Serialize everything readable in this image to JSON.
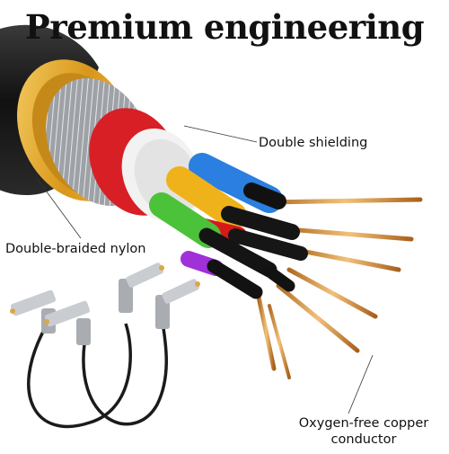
{
  "title": "Premium engineering",
  "callouts": {
    "shielding": "Double shielding",
    "nylon": "Double-braided nylon",
    "conductor_line1": "Oxygen-free copper",
    "conductor_line2": "conductor"
  },
  "colors": {
    "jacket": "#1a1a1a",
    "gold_foil": "#e2a61c",
    "braid": "#b9bcc0",
    "red_layer": "#d81f26",
    "white_layer": "#f2f2f2",
    "wire_orange": "#f0b21a",
    "wire_blue": "#2a7fe0",
    "wire_green": "#4cc23a",
    "wire_purple": "#a030d8",
    "wire_red": "#d61a1a",
    "copper": "#e0a050"
  }
}
